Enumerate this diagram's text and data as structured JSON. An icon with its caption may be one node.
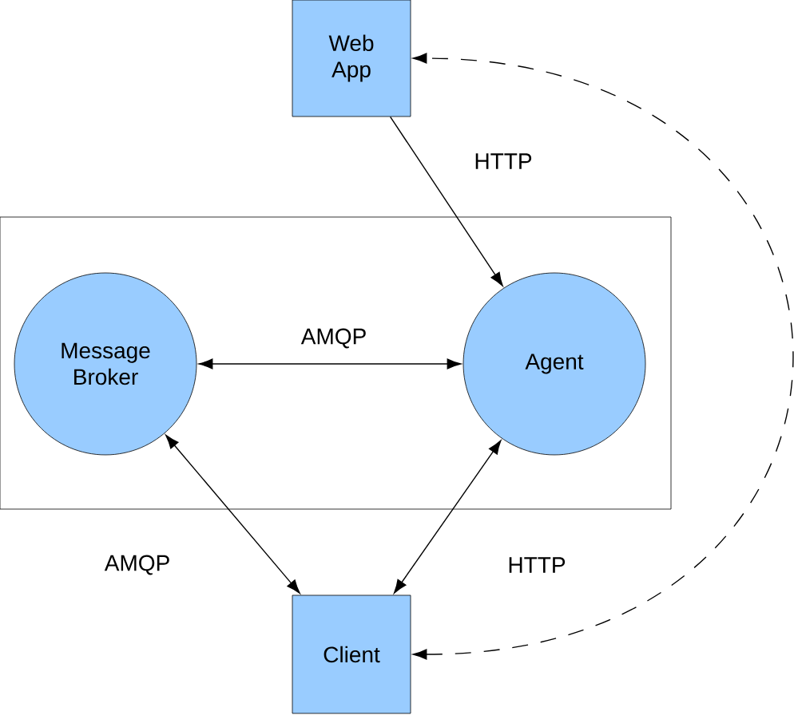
{
  "diagram": {
    "nodes": [
      {
        "text": [
          "Web App"
        ]
      },
      {
        "text": [],
        "shape": "box"
      },
      {
        "text": [
          "Message Broker"
        ],
        "in": 1
      },
      {
        "text": [
          "Agent"
        ],
        "in": 1
      },
      {
        "text": [
          "Client"
        ]
      }
    ],
    "edges": [
      {
        "from": 0,
        "to": 3,
        "arrow": "to",
        "label": "HTTP"
      },
      {
        "from": 2,
        "to": 3,
        "arrow": "both",
        "label": "AMQP"
      },
      {
        "from": 2,
        "to": 4,
        "arrow": "both",
        "label": "AMQP"
      },
      {
        "from": 3,
        "to": 4,
        "arrow": "both",
        "label": "HTTP"
      },
      {
        "from": 4,
        "to": 0,
        "arrow": "both",
        "style": "dashed"
      }
    ]
  }
}
